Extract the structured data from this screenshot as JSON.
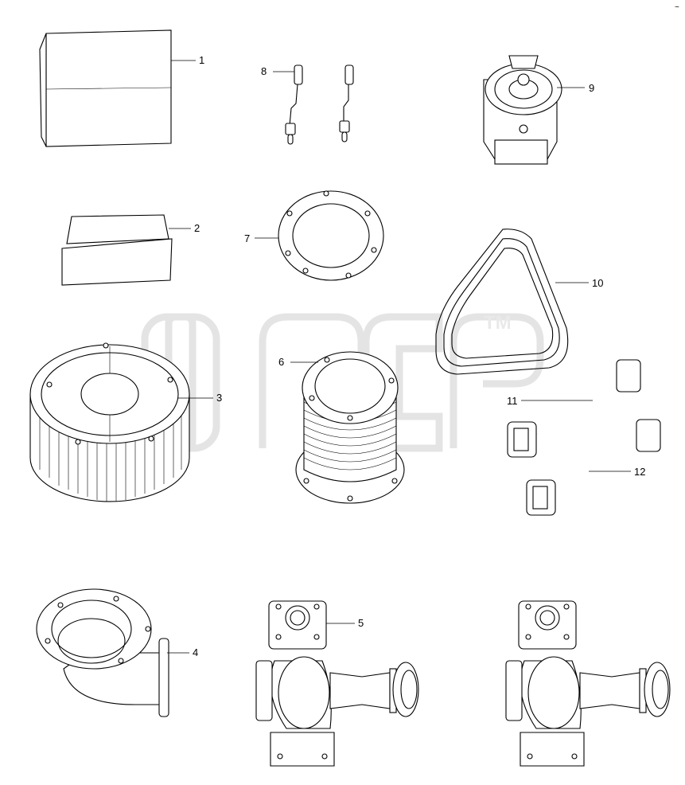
{
  "watermark": {
    "logo_text": "ОПСР",
    "tm": "TM"
  },
  "callouts": {
    "c1": "1",
    "c2": "2",
    "c3": "3",
    "c4": "4",
    "c5": "5",
    "c6": "6",
    "c7": "7",
    "c8": "8",
    "c9": "9",
    "c10": "10",
    "c11": "11",
    "c12": "12"
  },
  "corner_mark": "~"
}
